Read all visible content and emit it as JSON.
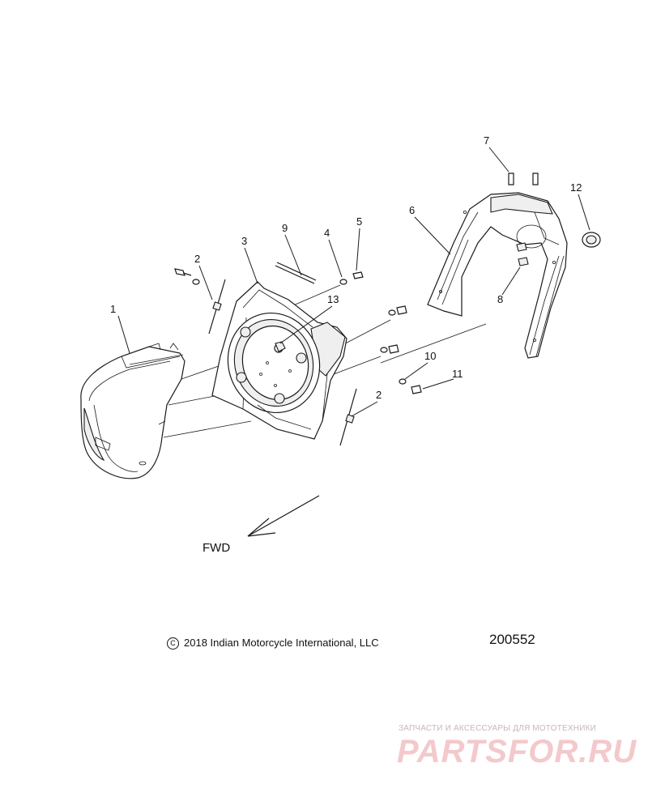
{
  "callouts": [
    {
      "id": "c1",
      "label": "1"
    },
    {
      "id": "c2a",
      "label": "2"
    },
    {
      "id": "c2b",
      "label": "2"
    },
    {
      "id": "c3",
      "label": "3"
    },
    {
      "id": "c4",
      "label": "4"
    },
    {
      "id": "c5",
      "label": "5"
    },
    {
      "id": "c6",
      "label": "6"
    },
    {
      "id": "c7",
      "label": "7"
    },
    {
      "id": "c8",
      "label": "8"
    },
    {
      "id": "c9",
      "label": "9"
    },
    {
      "id": "c10",
      "label": "10"
    },
    {
      "id": "c11",
      "label": "11"
    },
    {
      "id": "c12",
      "label": "12"
    },
    {
      "id": "c13",
      "label": "13"
    }
  ],
  "direction_label": "FWD",
  "copyright": {
    "symbol": "C",
    "text": "2018 Indian Motorcycle International, LLC"
  },
  "drawing_number": "200552",
  "watermark": {
    "tagline": "ЗАПЧАСТИ И АКСЕССУАРЫ ДЛЯ МОТОТЕХНИКИ",
    "logo": "PARTSFOR.RU"
  }
}
